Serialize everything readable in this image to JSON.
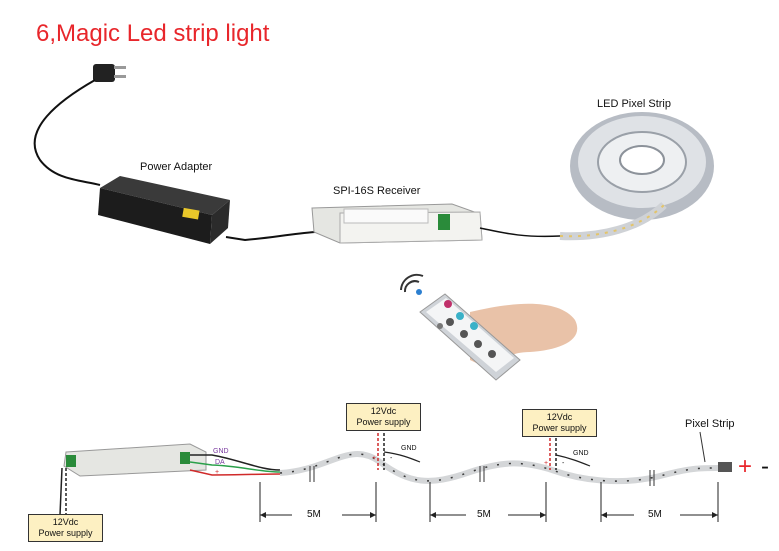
{
  "title": "6,Magic Led strip light",
  "top_labels": {
    "led_pixel_strip": "LED Pixel Strip",
    "power_adapter": "Power Adapter",
    "receiver": "SPI-16S Receiver"
  },
  "wiring": {
    "supply_boxes": [
      {
        "line1": "12Vdc",
        "line2": "Power supply"
      },
      {
        "line1": "12Vdc",
        "line2": "Power supply"
      },
      {
        "line1": "12Vdc",
        "line2": "Power supply"
      }
    ],
    "pixel_strip": "Pixel Strip",
    "wire_labels": {
      "gnd": "GND",
      "da": "DA",
      "plus": "+",
      "minus": "-"
    },
    "segments": [
      "5M",
      "5M",
      "5M"
    ]
  },
  "colors": {
    "title": "#e8262b",
    "supply_box": "#fdf0c2"
  }
}
